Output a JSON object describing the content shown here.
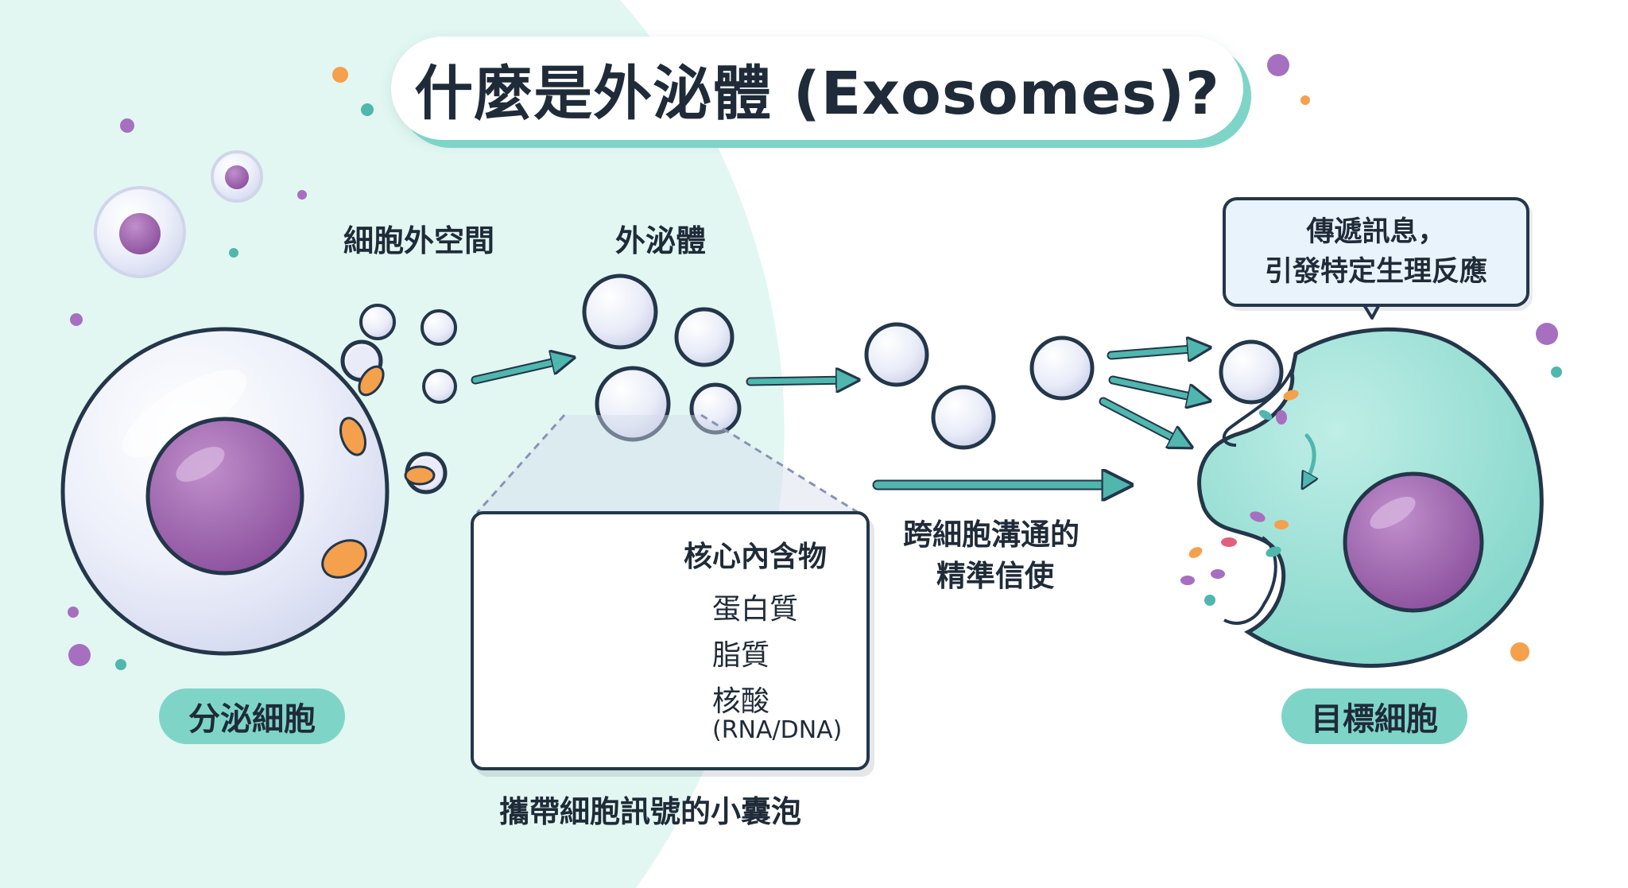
{
  "title": "什麼是外泌體 (Exosomes)?",
  "labels": {
    "extracellular_space": "細胞外空間",
    "exosome": "外泌體",
    "secreting_cell": "分泌細胞",
    "target_cell": "目標細胞",
    "messenger_line1": "跨細胞溝通的",
    "messenger_line2": "精準信使",
    "vesicle_caption": "攜帶細胞訊號的小囊泡"
  },
  "bubble": {
    "line1": "傳遞訊息，",
    "line2": "引發特定生理反應"
  },
  "inset": {
    "heading": "核心內含物",
    "items": [
      {
        "label": "蛋白質",
        "color": "#e0607e"
      },
      {
        "label": "脂質",
        "color": "#f5a04c"
      },
      {
        "label": "核酸",
        "sub": "(RNA/DNA)",
        "color": "#a66fc0"
      }
    ]
  },
  "colors": {
    "teal": "#7fd4c8",
    "teal_bg": "#e2f7f2",
    "purple_nucleus": "#9a5ca8",
    "orange_organelle": "#f5a04c",
    "outline": "#23364a",
    "cell_body": "#e6e9f7"
  }
}
